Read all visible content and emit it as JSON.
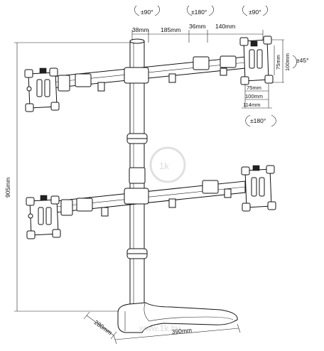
{
  "rotation": {
    "left_top": "±90°",
    "center_top": "±180°",
    "right_top": "±90°",
    "tilt": "±45°",
    "bottom_right": "±180°"
  },
  "dimensions": {
    "top_seg1": "38mm",
    "top_seg2": "185mm",
    "top_seg3": "36mm",
    "top_seg4": "140mm",
    "vesa_v1": "75mm",
    "vesa_v2": "100mm",
    "vesa_h1": "75mm",
    "vesa_h2": "100mm",
    "plate_w": "114mm",
    "height": "905mm",
    "base_depth": "280mm",
    "base_width": "390mm"
  },
  "watermark": {
    "logo": "1k",
    "text": "www.1k.by"
  }
}
